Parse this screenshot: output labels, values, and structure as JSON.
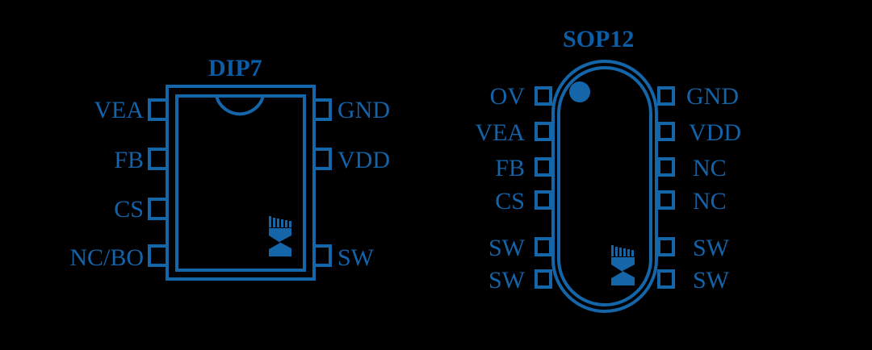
{
  "colors": {
    "background": "#000000",
    "outline": "#1565a9",
    "text": "#1463a8"
  },
  "packages": [
    {
      "name": "DIP7",
      "left_pins": [
        "VEA",
        "FB",
        "CS",
        "NC/BO"
      ],
      "right_pins": [
        "GND",
        "VDD",
        "",
        "SW"
      ],
      "marker": "notch",
      "logo": "NE-logo"
    },
    {
      "name": "SOP12",
      "left_pins": [
        "OV",
        "VEA",
        "FB",
        "CS",
        "SW",
        "SW"
      ],
      "right_pins": [
        "GND",
        "VDD",
        "NC",
        "NC",
        "SW",
        "SW"
      ],
      "marker": "dot",
      "logo": "NE-logo"
    }
  ]
}
